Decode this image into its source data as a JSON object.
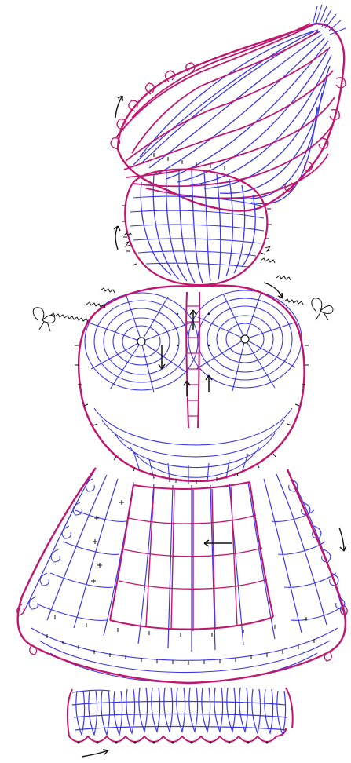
{
  "diagram": {
    "style": "hand-drawn bobbin lace pricking pattern",
    "subject": "bonnet girl",
    "colors": {
      "outline": "#c0166e",
      "threads": "#3b37e6",
      "ink": "#111111",
      "background": "#ffffff"
    },
    "parts": [
      "bonnet",
      "head",
      "bodice",
      "skirt",
      "pantalettes"
    ],
    "icons": [
      "direction-arrow-icon",
      "tied-bobbin-icon",
      "thread-tassel-icon"
    ]
  }
}
